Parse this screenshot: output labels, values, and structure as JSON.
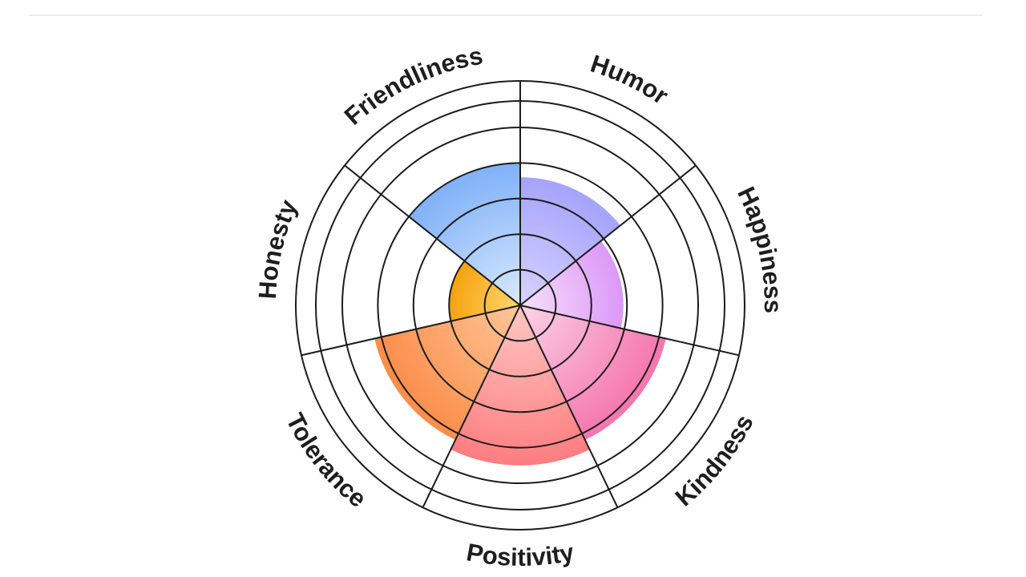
{
  "chart_data": {
    "type": "polar-area",
    "title": "",
    "rings": 5,
    "max_value": 5,
    "grid": true,
    "categories": [
      {
        "name": "Humor",
        "value": 3.6,
        "color_inner": "#d7d3ff",
        "color_outer": "#a5a3fb"
      },
      {
        "name": "Happiness",
        "value": 2.9,
        "color_inner": "#f6e1fb",
        "color_outer": "#dc98f7"
      },
      {
        "name": "Kindness",
        "value": 4.2,
        "color_inner": "#fbd3e8",
        "color_outer": "#f575ad"
      },
      {
        "name": "Positivity",
        "value": 4.5,
        "color_inner": "#ffc7c4",
        "color_outer": "#fd7d80"
      },
      {
        "name": "Tolerance",
        "value": 4.2,
        "color_inner": "#ffc69a",
        "color_outer": "#fb8d49"
      },
      {
        "name": "Honesty",
        "value": 2.0,
        "color_inner": "#fdd771",
        "color_outer": "#f5a20e"
      },
      {
        "name": "Friendliness",
        "value": 4.0,
        "color_inner": "#d8e9ff",
        "color_outer": "#80b1f8"
      }
    ]
  },
  "colors": {
    "grid_line": "#1c1c1c",
    "label": "#1e1e1e",
    "divider": "#ececec"
  }
}
